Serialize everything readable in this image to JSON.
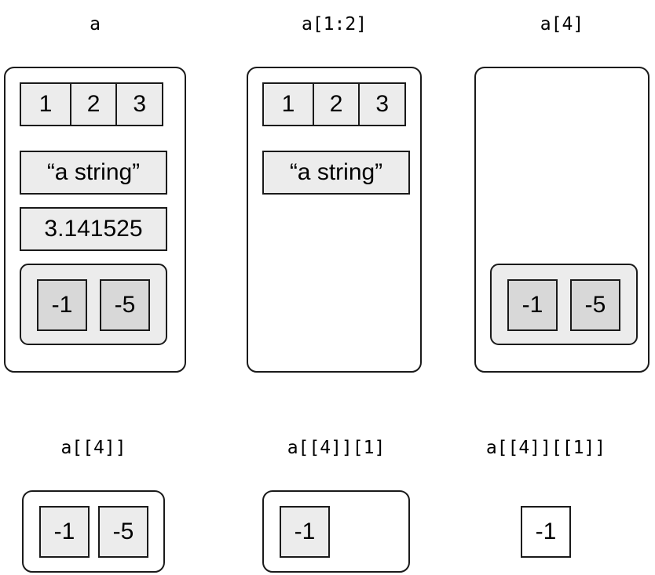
{
  "diagram": {
    "description": "R list subsetting semantics diagram",
    "background_color": "#ffffff",
    "outline_color": "#1a1a1a",
    "fill_light": "#ececec",
    "fill_dark": "#d8d8d8"
  },
  "panels": [
    {
      "id": "a",
      "title": "a",
      "contents": [
        {
          "kind": "vector",
          "values": [
            "1",
            "2",
            "3"
          ]
        },
        {
          "kind": "element",
          "value": "“a string”"
        },
        {
          "kind": "element",
          "value": "3.141525"
        },
        {
          "kind": "nested-list",
          "values": [
            "-1",
            "-5"
          ]
        }
      ]
    },
    {
      "id": "a-1-2",
      "title": "a[1:2]",
      "contents": [
        {
          "kind": "vector",
          "values": [
            "1",
            "2",
            "3"
          ]
        },
        {
          "kind": "element",
          "value": "“a string”"
        }
      ]
    },
    {
      "id": "a-4",
      "title": "a[4]",
      "contents": [
        {
          "kind": "nested-list",
          "values": [
            "-1",
            "-5"
          ]
        }
      ]
    },
    {
      "id": "a-4-4",
      "title": "a[[4]]",
      "contents": [
        {
          "kind": "list",
          "values": [
            "-1",
            "-5"
          ]
        }
      ]
    },
    {
      "id": "a-4-4-1",
      "title": "a[[4]][1]",
      "contents": [
        {
          "kind": "list",
          "values": [
            "-1"
          ]
        }
      ]
    },
    {
      "id": "a-4-4-1-1",
      "title": "a[[4]][[1]]",
      "contents": [
        {
          "kind": "bare",
          "values": [
            "-1"
          ]
        }
      ]
    }
  ]
}
